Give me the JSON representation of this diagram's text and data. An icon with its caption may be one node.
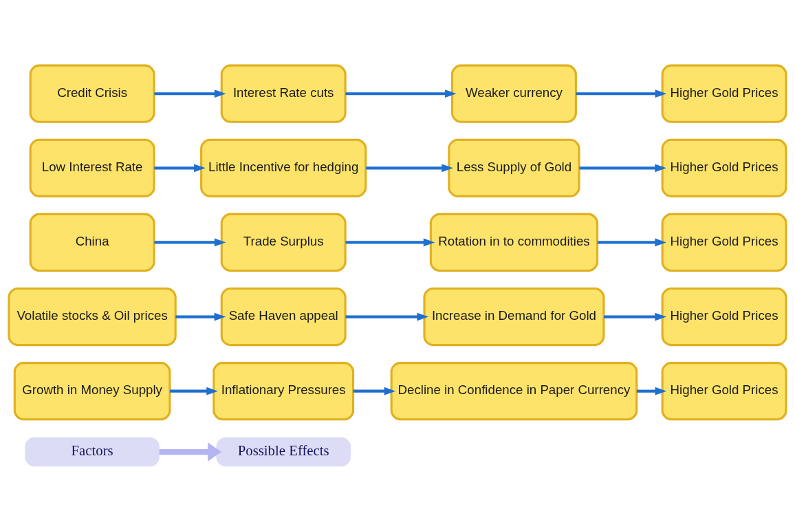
{
  "diagram": {
    "nodes": [
      {
        "text": [
          "Factors"
        ]
      },
      {
        "text": [
          "Possible Effects"
        ]
      },
      {
        "text": [
          "Growth in Money Supply"
        ]
      },
      {
        "text": [
          "Inflationary Pressures"
        ]
      },
      {
        "text": [
          "Decline in Confidence in Paper Currency"
        ]
      },
      {
        "text": [
          "Higher Gold Prices"
        ]
      },
      {
        "text": [
          "Volatile stocks & Oil prices"
        ]
      },
      {
        "text": [
          "Safe Haven appeal"
        ]
      },
      {
        "text": [
          "Increase in Demand for Gold"
        ]
      },
      {
        "text": [
          "Higher Gold Prices"
        ]
      },
      {
        "text": [
          "China"
        ]
      },
      {
        "text": [
          "Trade Surplus"
        ]
      },
      {
        "text": [
          "Rotation in to commodities"
        ]
      },
      {
        "text": [
          "Higher Gold Prices"
        ]
      },
      {
        "text": [
          "Low Interest Rate"
        ]
      },
      {
        "text": [
          "Little Incentive for hedging"
        ]
      },
      {
        "text": [
          "Less Supply of Gold"
        ]
      },
      {
        "text": [
          "Higher Gold Prices"
        ]
      },
      {
        "text": [
          "Credit Crisis"
        ]
      },
      {
        "text": [
          "Interest Rate cuts"
        ]
      },
      {
        "text": [
          "Weaker currency"
        ]
      },
      {
        "text": [
          "Higher Gold Prices"
        ]
      }
    ],
    "edges": [
      {
        "from": 0,
        "to": 1,
        "arrow": "to",
        "style": "thick",
        "color": "#b4b4f0"
      },
      {
        "from": 2,
        "to": 3,
        "arrow": "to"
      },
      {
        "from": 3,
        "to": 4,
        "arrow": "to"
      },
      {
        "from": 4,
        "to": 5,
        "arrow": "to"
      },
      {
        "from": 6,
        "to": 7,
        "arrow": "to"
      },
      {
        "from": 7,
        "to": 8,
        "arrow": "to"
      },
      {
        "from": 8,
        "to": 9,
        "arrow": "to"
      },
      {
        "from": 10,
        "to": 11,
        "arrow": "to"
      },
      {
        "from": 11,
        "to": 12,
        "arrow": "to"
      },
      {
        "from": 12,
        "to": 13,
        "arrow": "to"
      },
      {
        "from": 14,
        "to": 15,
        "arrow": "to"
      },
      {
        "from": 15,
        "to": 16,
        "arrow": "to"
      },
      {
        "from": 16,
        "to": 17,
        "arrow": "to"
      },
      {
        "from": 18,
        "to": 19,
        "arrow": "to"
      },
      {
        "from": 19,
        "to": 20,
        "arrow": "to"
      },
      {
        "from": 20,
        "to": 21,
        "arrow": "to"
      }
    ]
  }
}
